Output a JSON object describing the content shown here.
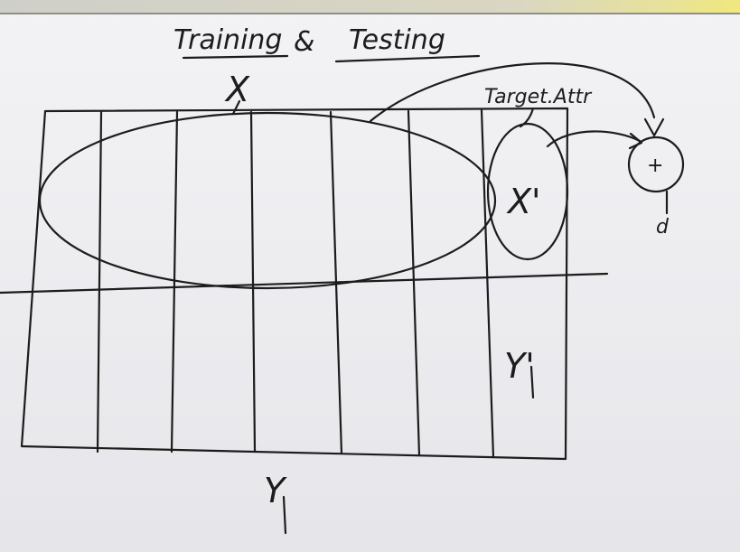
{
  "board": {
    "title_left": "Training",
    "title_amp": "&",
    "title_right": "Testing",
    "label_x": "X",
    "label_target": "Target.Attr",
    "label_x_prime": "X'",
    "label_plus": "+",
    "label_output": "d",
    "label_y_prime": "Y'",
    "label_y": "Y"
  },
  "colors": {
    "ink": "#1c1c1c",
    "board": "#eeeef1",
    "frame": "#d9d7c2"
  }
}
